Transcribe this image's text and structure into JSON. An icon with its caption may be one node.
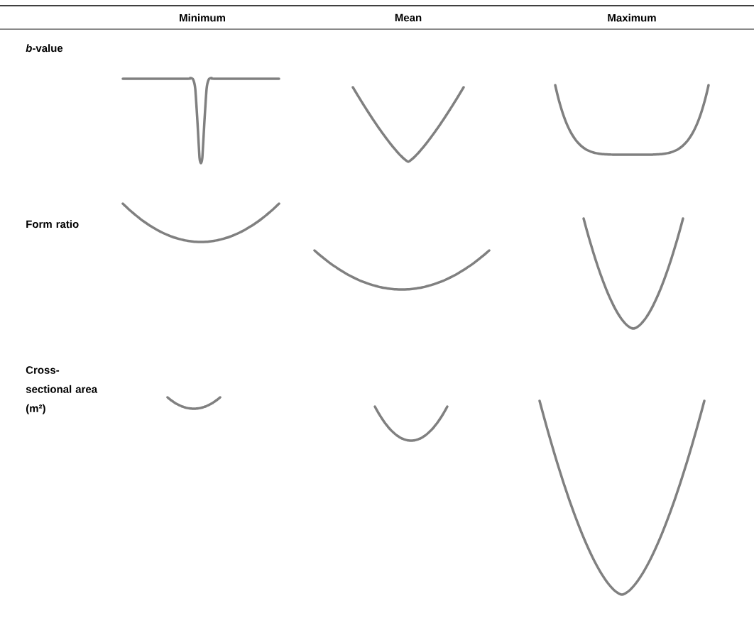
{
  "diagram": {
    "labels": [
      "Minimum",
      "Mean",
      "Maximum",
      "*b*-value",
      "Form ratio",
      "Cross-sectional area (m²)"
    ]
  }
}
